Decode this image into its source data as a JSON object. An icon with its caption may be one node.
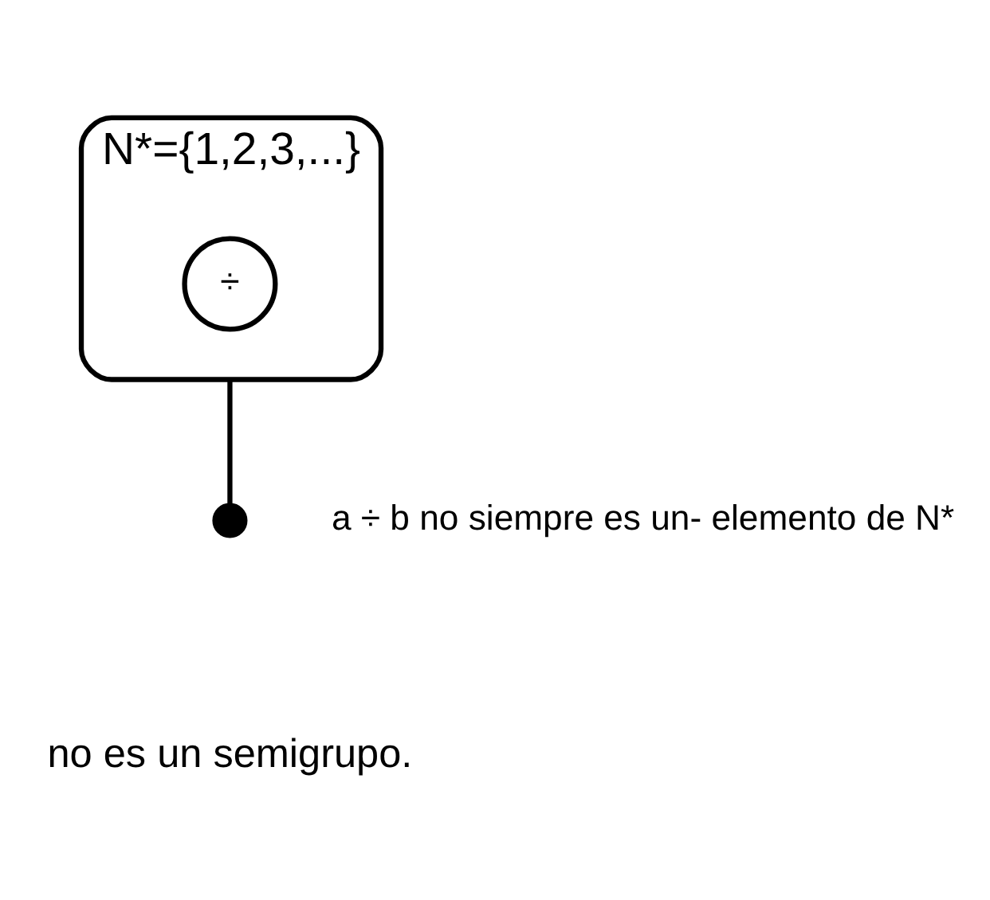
{
  "diagram": {
    "nodes": [
      {
        "text": [
          "N*={1,2,3,...}"
        ]
      },
      {
        "text": [
          "÷"
        ],
        "in": 0
      },
      {
        "text": [],
        "shape": "cross",
        "beside": [
          "a ÷ b no siempre es un- elemento de N*"
        ]
      }
    ],
    "edges": [
      {
        "from": 0,
        "to": 2,
        "arrow": "none"
      }
    ],
    "labels": [
      "no es un semigrupo."
    ]
  }
}
